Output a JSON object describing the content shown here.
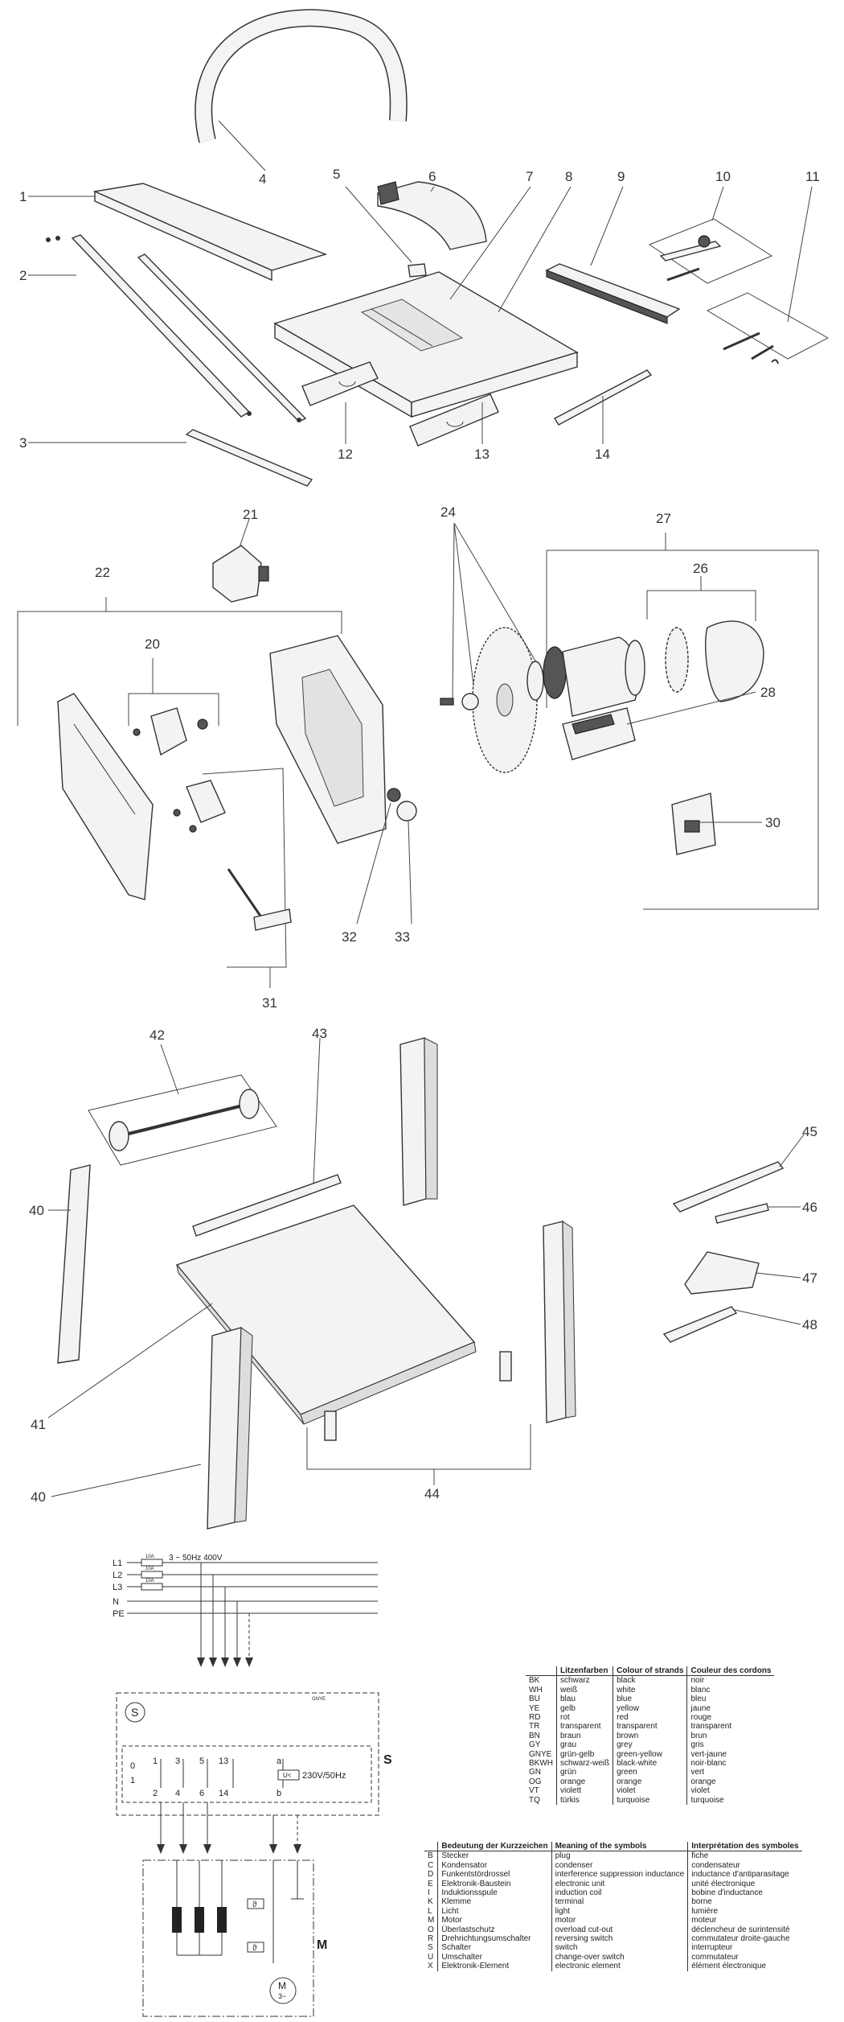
{
  "callouts": [
    {
      "id": "c1",
      "label": "1"
    },
    {
      "id": "c2",
      "label": "2"
    },
    {
      "id": "c3",
      "label": "3"
    },
    {
      "id": "c4",
      "label": "4"
    },
    {
      "id": "c5",
      "label": "5"
    },
    {
      "id": "c6",
      "label": "6"
    },
    {
      "id": "c7",
      "label": "7"
    },
    {
      "id": "c8",
      "label": "8"
    },
    {
      "id": "c9",
      "label": "9"
    },
    {
      "id": "c10",
      "label": "10"
    },
    {
      "id": "c11",
      "label": "11"
    },
    {
      "id": "c12",
      "label": "12"
    },
    {
      "id": "c13",
      "label": "13"
    },
    {
      "id": "c14",
      "label": "14"
    },
    {
      "id": "c20",
      "label": "20"
    },
    {
      "id": "c21",
      "label": "21"
    },
    {
      "id": "c22",
      "label": "22"
    },
    {
      "id": "c24",
      "label": "24"
    },
    {
      "id": "c26",
      "label": "26"
    },
    {
      "id": "c27",
      "label": "27"
    },
    {
      "id": "c28",
      "label": "28"
    },
    {
      "id": "c30",
      "label": "30"
    },
    {
      "id": "c31",
      "label": "31"
    },
    {
      "id": "c32",
      "label": "32"
    },
    {
      "id": "c33",
      "label": "33"
    },
    {
      "id": "c40a",
      "label": "40"
    },
    {
      "id": "c40b",
      "label": "40"
    },
    {
      "id": "c41",
      "label": "41"
    },
    {
      "id": "c42",
      "label": "42"
    },
    {
      "id": "c43",
      "label": "43"
    },
    {
      "id": "c44",
      "label": "44"
    },
    {
      "id": "c45",
      "label": "45"
    },
    {
      "id": "c46",
      "label": "46"
    },
    {
      "id": "c47",
      "label": "47"
    },
    {
      "id": "c48",
      "label": "48"
    }
  ],
  "schematic": {
    "supply_label": "3 ~ 50Hz 400V",
    "lines": [
      "L1",
      "L2",
      "L3",
      "N",
      "PE"
    ],
    "fuses": [
      "10A",
      "10A",
      "10A"
    ],
    "switch_symbol": "S",
    "switch_block_label": "S",
    "grey_label": "GNYE",
    "contacts_top": [
      "1",
      "3",
      "5",
      "13",
      "a"
    ],
    "contacts_bottom": [
      "2",
      "4",
      "6",
      "14",
      "b"
    ],
    "contact_left": [
      "0",
      "1"
    ],
    "coil_label": "U<",
    "coil_voltage": "230V/50Hz",
    "motor_block_label": "M",
    "motor_symbol": "M",
    "motor_phase": "3~",
    "thermal_symbol": "ϑ"
  },
  "strand_colours": {
    "headers": [
      "",
      "Litzenfarben",
      "Colour of strands",
      "Couleur des cordons"
    ],
    "rows": [
      [
        "BK",
        "schwarz",
        "black",
        "noir"
      ],
      [
        "WH",
        "weiß",
        "white",
        "blanc"
      ],
      [
        "BU",
        "blau",
        "blue",
        "bleu"
      ],
      [
        "YE",
        "gelb",
        "yellow",
        "jaune"
      ],
      [
        "RD",
        "rot",
        "red",
        "rouge"
      ],
      [
        "TR",
        "transparent",
        "transparent",
        "transparent"
      ],
      [
        "BN",
        "braun",
        "brown",
        "brun"
      ],
      [
        "GY",
        "grau",
        "grey",
        "gris"
      ],
      [
        "GNYE",
        "grün-gelb",
        "green-yellow",
        "vert-jaune"
      ],
      [
        "BKWH",
        "schwarz-weiß",
        "black-white",
        "noir-blanc"
      ],
      [
        "GN",
        "grün",
        "green",
        "vert"
      ],
      [
        "OG",
        "orange",
        "orange",
        "orange"
      ],
      [
        "VT",
        "violett",
        "violet",
        "violet"
      ],
      [
        "TQ",
        "türkis",
        "turquoise",
        "turquoise"
      ]
    ]
  },
  "symbols": {
    "headers": [
      "",
      "Bedeutung der Kurzzeichen",
      "Meaning of the symbols",
      "Interprétation des symboles"
    ],
    "rows": [
      [
        "B",
        "Stecker",
        "plug",
        "fiche"
      ],
      [
        "C",
        "Kondensator",
        "condenser",
        "condensateur"
      ],
      [
        "D",
        "Funkentstördrossel",
        "interference suppression inductance",
        "inductance d'antiparasitage"
      ],
      [
        "E",
        "Elektronik-Baustein",
        "electronic unit",
        "unité électronique"
      ],
      [
        "I",
        "Induktionsspule",
        "induction coil",
        "bobine d'inductance"
      ],
      [
        "K",
        "Klemme",
        "terminal",
        "borne"
      ],
      [
        "L",
        "Licht",
        "light",
        "lumière"
      ],
      [
        "M",
        "Motor",
        "motor",
        "moteur"
      ],
      [
        "O",
        "Überlastschutz",
        "overload cut-out",
        "déclencheur de surintensité"
      ],
      [
        "R",
        "Drehrichtungsumschalter",
        "reversing switch",
        "commutateur droite-gauche"
      ],
      [
        "S",
        "Schalter",
        "switch",
        "interrupteur"
      ],
      [
        "U",
        "Umschalter",
        "change-over switch",
        "commutateur"
      ],
      [
        "X",
        "Elektronik-Element",
        "electronic element",
        "élément électronique"
      ]
    ]
  }
}
